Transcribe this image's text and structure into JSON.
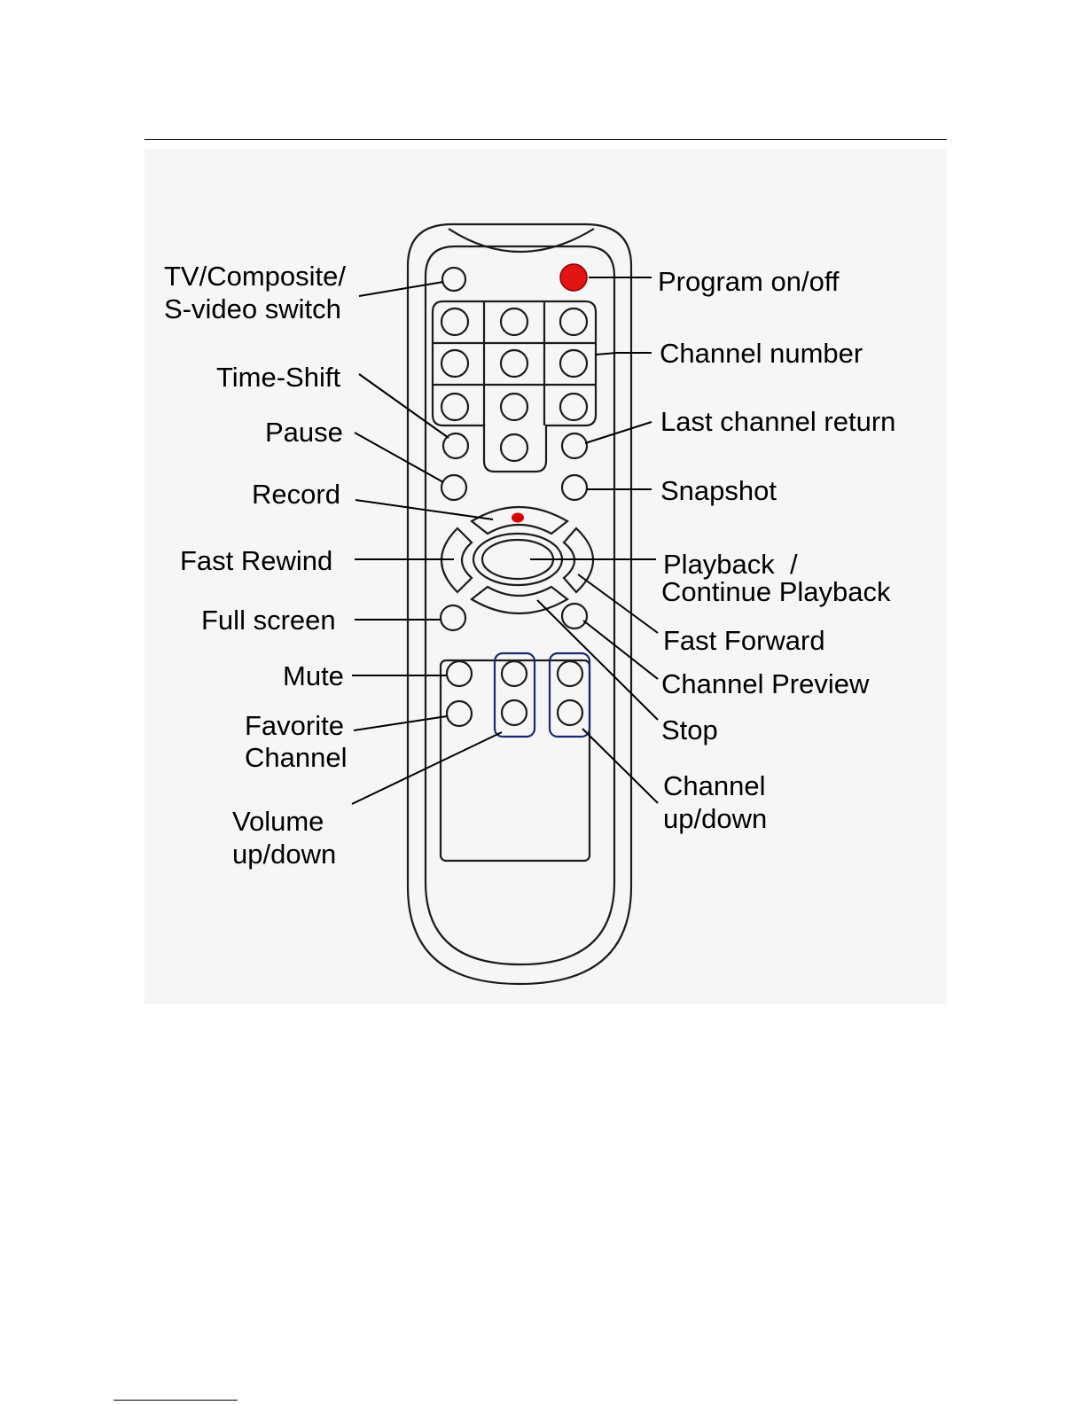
{
  "colors": {
    "outline": "#1c1c1c",
    "power_button": "#e41414",
    "record_dot": "#d80000",
    "rocker_frame": "#1a2a6e",
    "figure_background": "#f6f6f6"
  },
  "labels": {
    "tv_switch": [
      "TV/Composite/",
      "S-video switch"
    ],
    "program_onoff": "Program on/off",
    "channel_number": "Channel number",
    "time_shift": "Time-Shift",
    "last_channel_return": "Last channel return",
    "pause": "Pause",
    "snapshot": "Snapshot",
    "record": "Record",
    "fast_rewind": "Fast Rewind",
    "playback": [
      "Playback  /",
      "Continue Playback"
    ],
    "full_screen": "Full screen",
    "fast_forward": "Fast Forward",
    "mute": "Mute",
    "channel_preview": "Channel Preview",
    "favorite_channel": [
      "Favorite",
      "Channel"
    ],
    "stop": "Stop",
    "volume_updown": [
      "Volume",
      "up/down"
    ],
    "channel_updown": [
      "Channel",
      "up/down"
    ]
  }
}
